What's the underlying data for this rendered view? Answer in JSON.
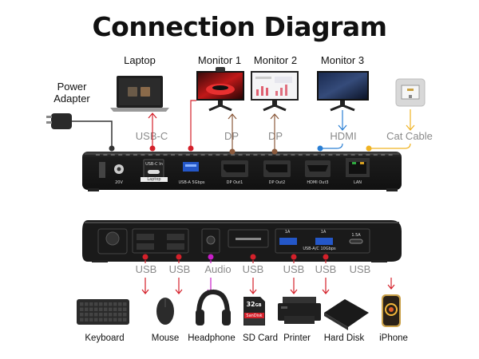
{
  "title": "Connection Diagram",
  "top_devices": {
    "laptop": "Laptop",
    "monitor1": "Monitor 1",
    "monitor2": "Monitor 2",
    "monitor3": "Monitor 3",
    "power_adapter_line1": "Power",
    "power_adapter_line2": "Adapter"
  },
  "top_port_labels": {
    "usbc": "USB-C",
    "dp1": "DP",
    "dp2": "DP",
    "hdmi": "HDMI",
    "cat": "Cat Cable"
  },
  "top_panel_markings": {
    "dc": "20V",
    "usbc": "USB-C In",
    "laptop_tag": "Laptop",
    "usba": "USB-A 5Gbps",
    "dp1": "DP Out1",
    "dp2": "DP Out2",
    "hdmi": "HDMI Out3",
    "lan": "LAN"
  },
  "bottom_port_labels": [
    "USB",
    "USB",
    "Audio",
    "USB",
    "USB",
    "USB",
    "USB"
  ],
  "bottom_devices": [
    "Keyboard",
    "Mouse",
    "Headphone",
    "SD Card",
    "Printer",
    "Hard Disk",
    "iPhone"
  ],
  "bottom_panel_markings": {
    "usb_group": "USB-A/C 10Gbps",
    "a1": "1A",
    "a2": "1A",
    "c": "1.5A"
  },
  "sd_card_text": {
    "capacity": "32",
    "unit": "GB",
    "brand": "SanDisk"
  },
  "colors": {
    "usb": "#d4202a",
    "dp": "#8b5a3c",
    "hdmi": "#2a7fd4",
    "cat": "#f0b323",
    "audio": "#c81ec8",
    "power": "#333333"
  },
  "icons": [
    "power-plug-icon",
    "laptop-icon",
    "monitor-icon",
    "ethernet-jack-icon",
    "keyboard-icon",
    "mouse-icon",
    "headphone-icon",
    "sd-card-icon",
    "printer-icon",
    "hard-disk-icon",
    "iphone-icon"
  ]
}
